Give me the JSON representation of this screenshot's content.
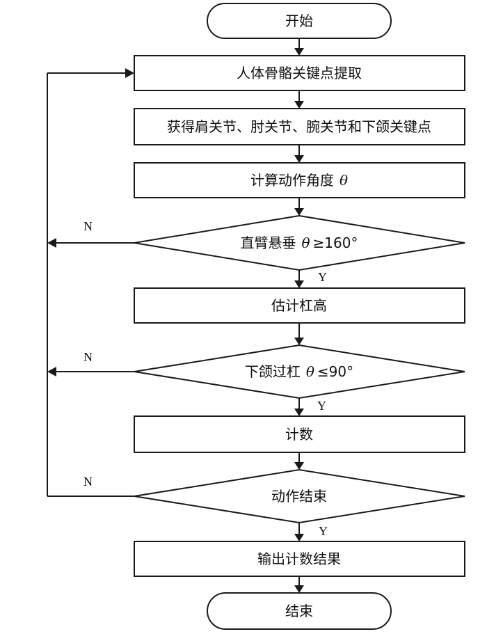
{
  "flowchart": {
    "start": "开始",
    "step1": "人体骨骼关键点提取",
    "step2": "获得肩关节、肘关节、腕关节和下颌关键点",
    "step3": "计算动作角度",
    "theta": "θ",
    "decision1_text": "直臂悬垂",
    "decision1_cond": "≥160°",
    "step4": "估计杠高",
    "decision2_text": "下颌过杠",
    "decision2_cond": "≤90°",
    "step5": "计数",
    "decision3": "动作结束",
    "step6": "输出计数结果",
    "end": "结束",
    "yes": "Y",
    "no": "N"
  }
}
